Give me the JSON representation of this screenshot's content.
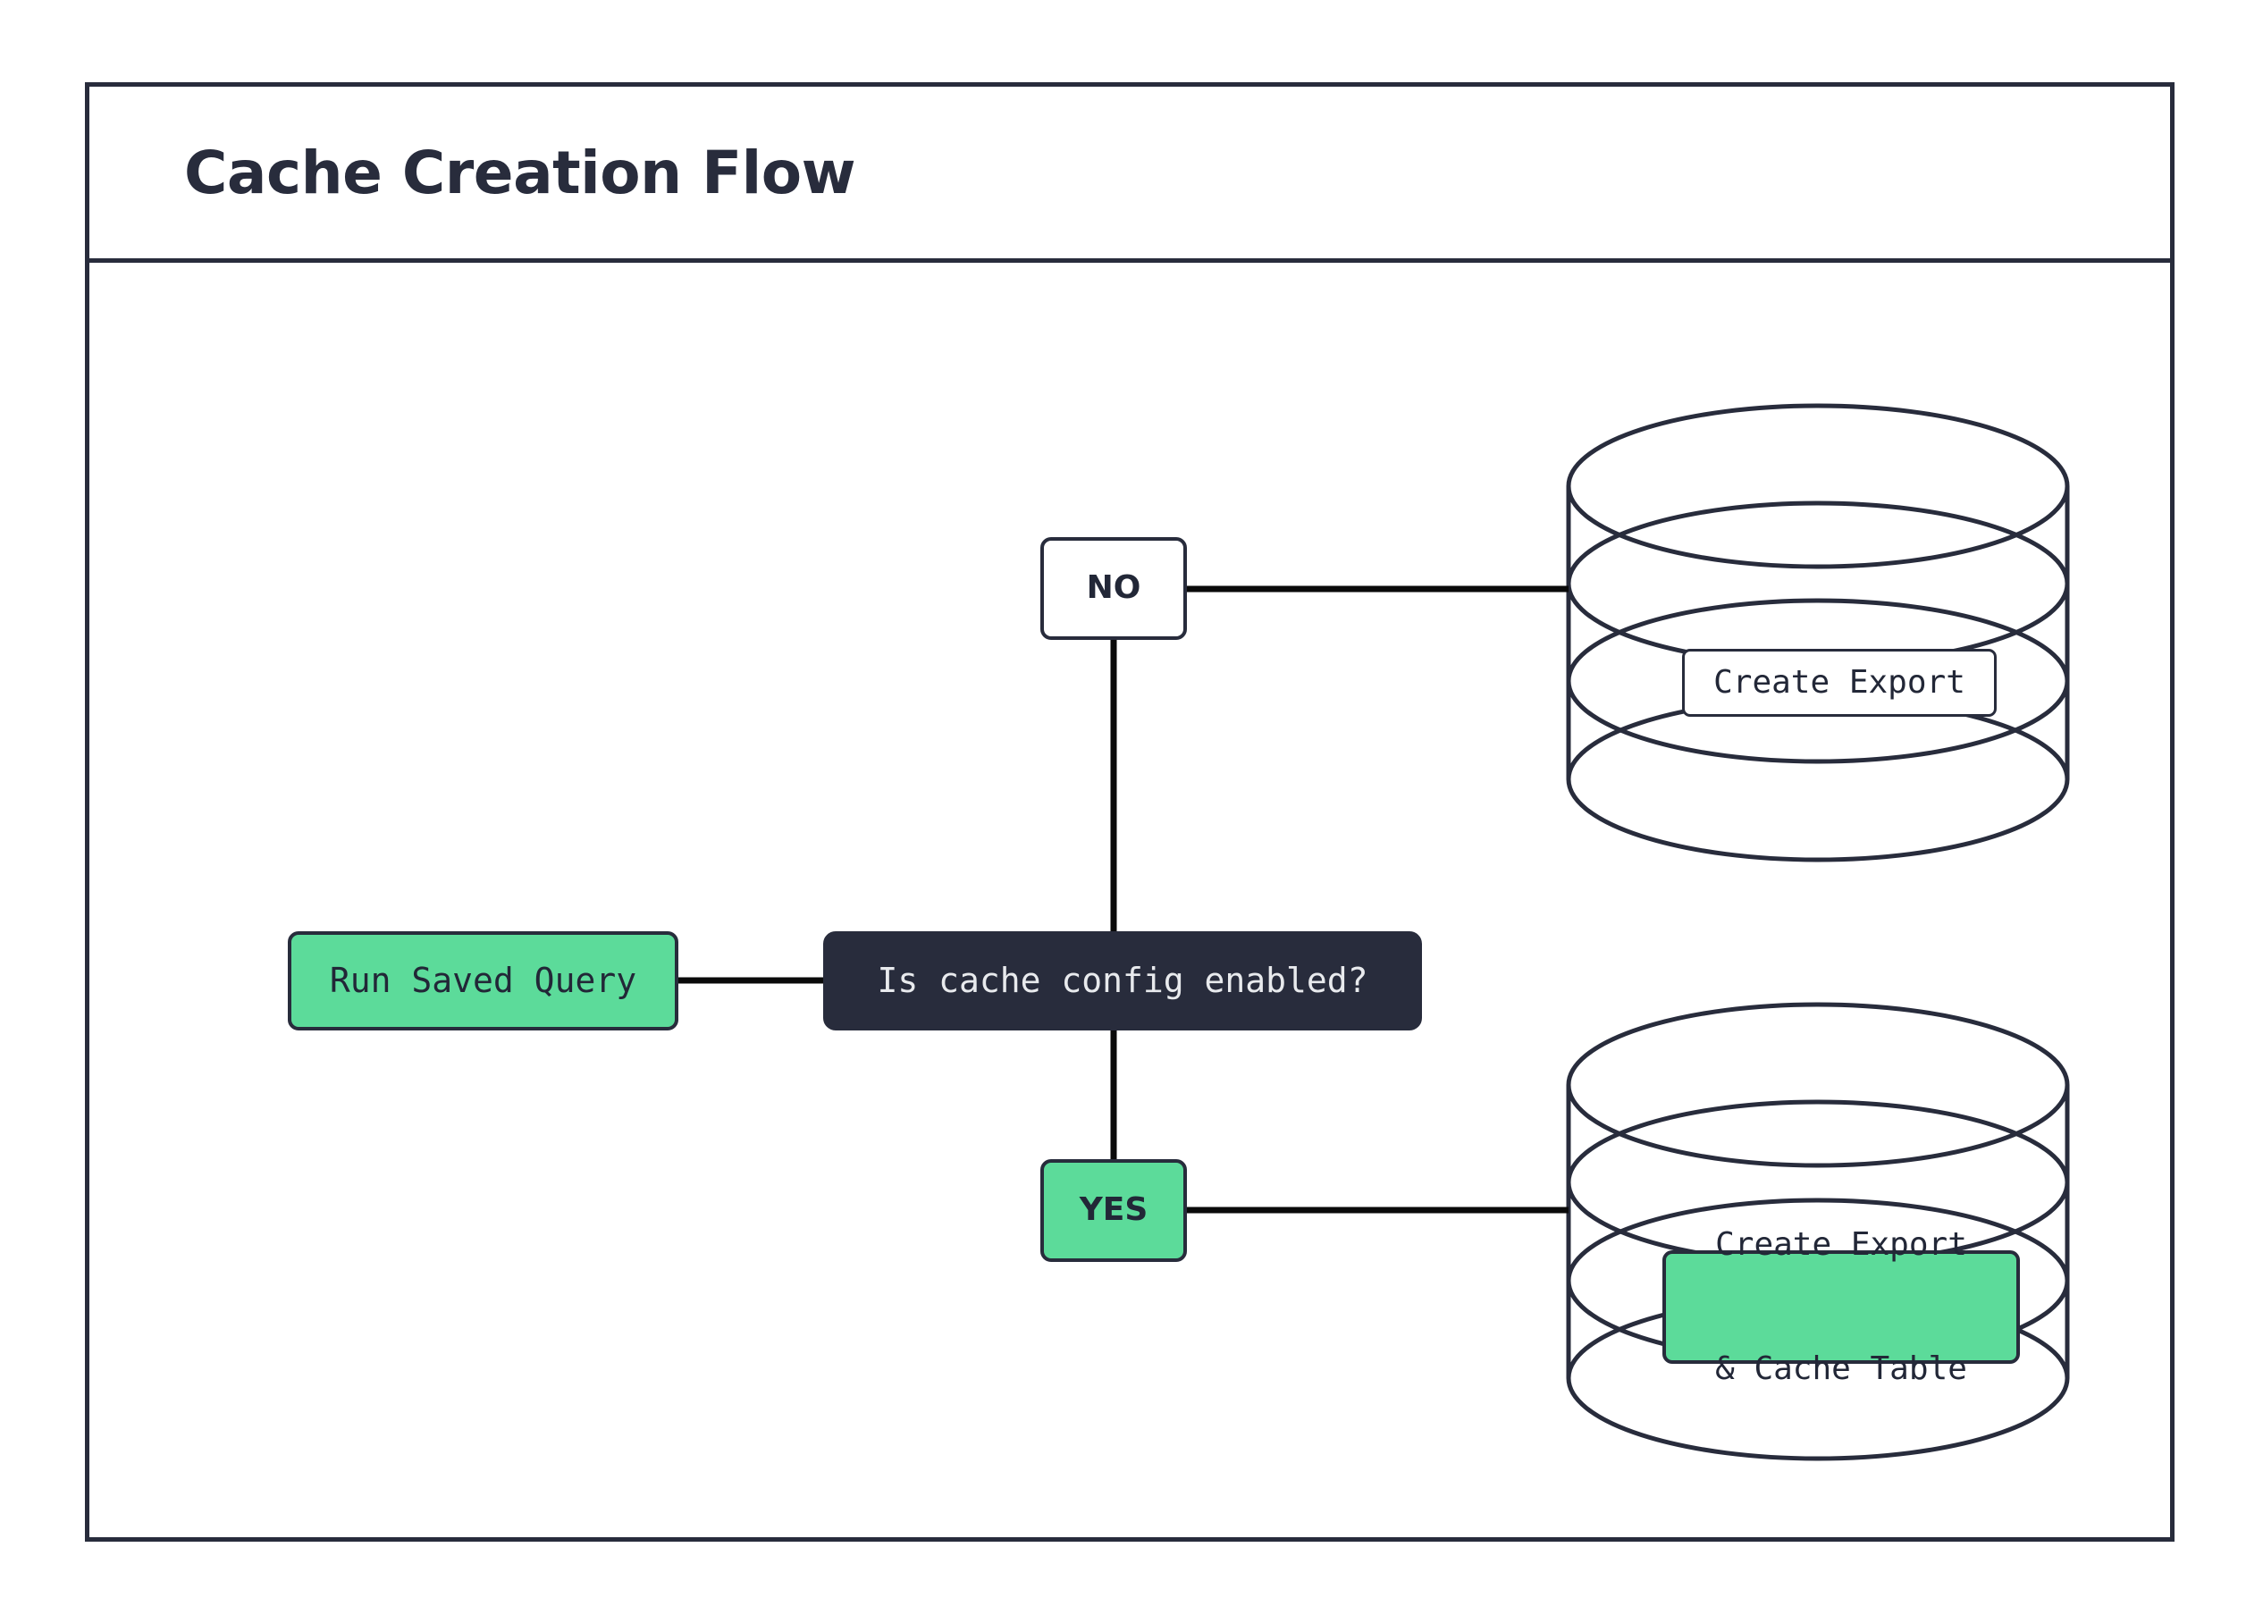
{
  "diagram": {
    "title": "Cache Creation Flow",
    "colors": {
      "ink": "#282c3c",
      "green": "#5CDB9A",
      "dark_fill": "#282c3c",
      "dark_text": "#e8eaed",
      "white": "#ffffff"
    },
    "nodes": {
      "run_saved_query": {
        "label": "Run Saved Query",
        "shape": "rounded-rect",
        "fill": "green"
      },
      "decision": {
        "label": "Is cache config enabled?",
        "shape": "rounded-rect",
        "fill": "dark"
      },
      "no_branch": {
        "label": "NO",
        "shape": "rounded-rect",
        "fill": "white"
      },
      "yes_branch": {
        "label": "YES",
        "shape": "rounded-rect",
        "fill": "green"
      },
      "create_export": {
        "label": "Create Export",
        "shape": "cylinder-label",
        "fill": "white"
      },
      "create_export_cache": {
        "label_line1": "Create Export",
        "label_line2": "& Cache Table",
        "shape": "cylinder-label",
        "fill": "green"
      }
    },
    "edges": [
      {
        "from": "run_saved_query",
        "to": "decision",
        "label": ""
      },
      {
        "from": "decision",
        "to": "no_branch",
        "label": ""
      },
      {
        "from": "decision",
        "to": "yes_branch",
        "label": ""
      },
      {
        "from": "no_branch",
        "to": "create_export",
        "label": ""
      },
      {
        "from": "yes_branch",
        "to": "create_export_cache",
        "label": ""
      }
    ],
    "datastores": [
      {
        "name": "top-datastore",
        "contains": "create_export"
      },
      {
        "name": "bottom-datastore",
        "contains": "create_export_cache"
      }
    ]
  }
}
